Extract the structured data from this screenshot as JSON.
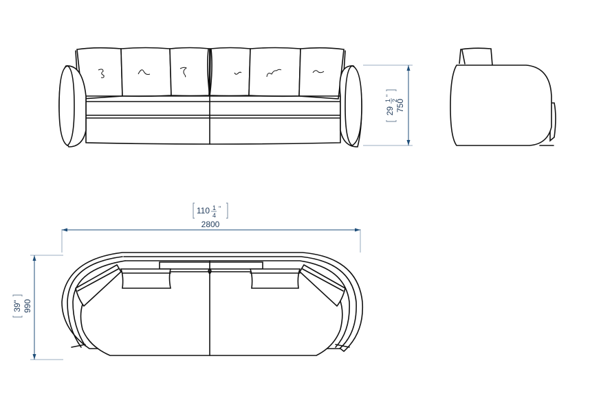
{
  "drawing": {
    "subject": "Sofa dimension drawing",
    "views": [
      "front-view",
      "side-view",
      "top-view"
    ],
    "line_color": "#111111",
    "dimension_color": "#1f4e79"
  },
  "dimensions": {
    "height": {
      "mm": "750",
      "inch_whole": "29",
      "inch_num": "1",
      "inch_den": "2",
      "inch_mark": "\""
    },
    "width": {
      "mm": "2800",
      "inch_whole": "110",
      "inch_num": "1",
      "inch_den": "4",
      "inch_mark": "\""
    },
    "depth": {
      "mm": "990",
      "inch_label": "39\""
    }
  }
}
